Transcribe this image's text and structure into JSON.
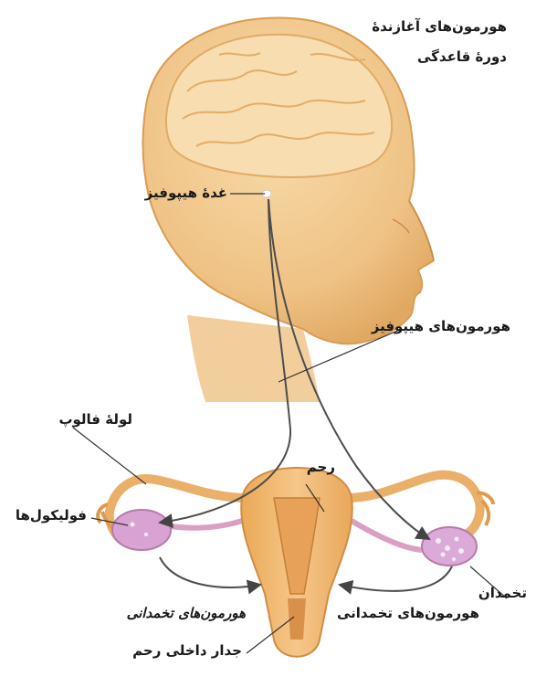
{
  "title": {
    "line1": "هورمون‌های آغازندهٔ",
    "line2": "دورهٔ قاعدگی"
  },
  "labels": {
    "pituitary_gland": "غدهٔ هیپوفیز",
    "pituitary_hormones": "هورمون‌های هیپوفیز",
    "fallopian_tube": "لولهٔ فالوپ",
    "uterus": "رحم",
    "follicles": "فولیکول‌ها",
    "ovary": "تخمدان",
    "ovarian_hormones_left": "هورمون‌های تخمدانی",
    "ovarian_hormones_right": "هورمون‌های تخمدانی",
    "endometrium": "جدار داخلی رحم"
  },
  "colors": {
    "skin": "#f2cc8f",
    "skin_shadow": "#d99c52",
    "brain": "#f6dcae",
    "uterus": "#eeb46a",
    "ovary": "#d9a6d6",
    "pathway": "#5a5a5a"
  }
}
